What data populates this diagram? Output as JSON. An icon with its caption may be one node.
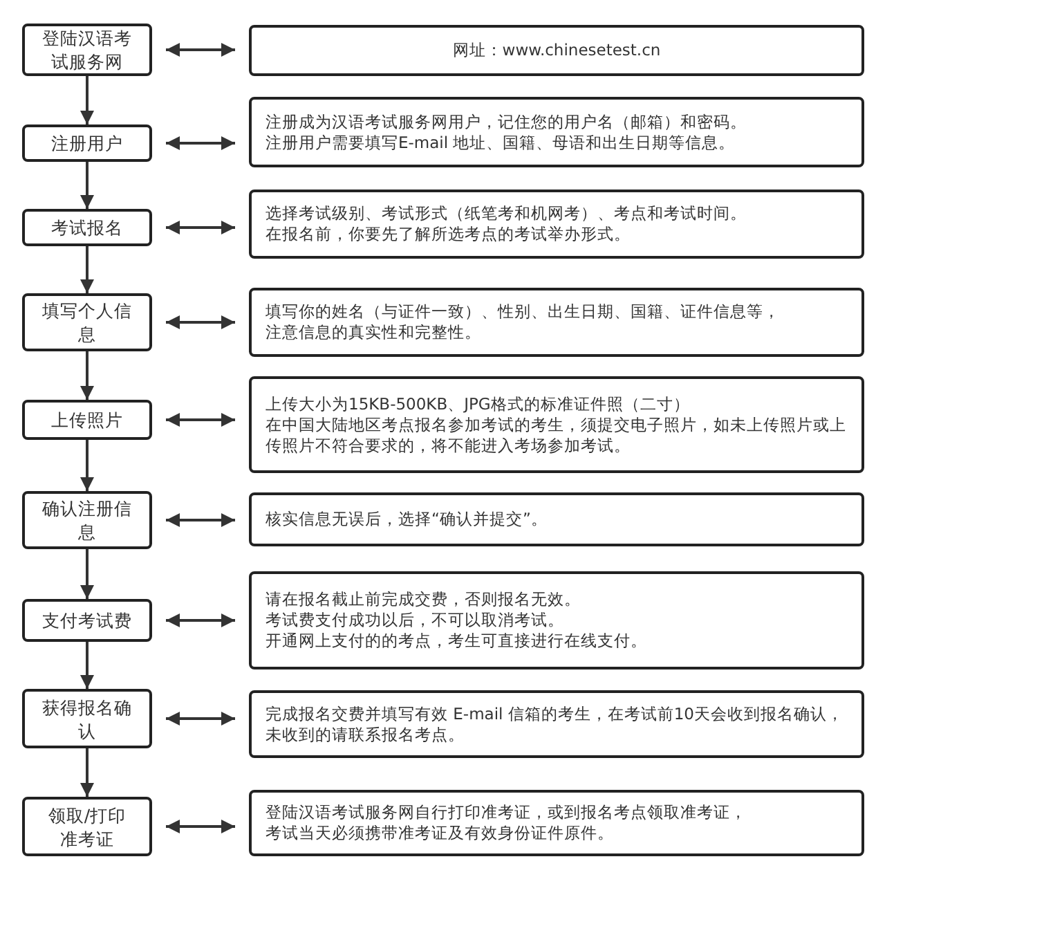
{
  "diagram": {
    "nodes": [
      {
        "text": [
          "登陆汉语考试服务网"
        ]
      },
      {
        "text": [
          "网址：www.chinesetest.cn"
        ]
      },
      {
        "text": [
          "注册用户"
        ]
      },
      {
        "text": [
          "注册成为汉语考试服务网用户，记住您的用户名（邮箱）和密码。",
          "注册用户需要填写E-mail 地址、国籍、母语和出生日期等信息。"
        ]
      },
      {
        "text": [
          "考试报名"
        ]
      },
      {
        "text": [
          "选择考试级别、考试形式（纸笔考和机网考）、考点和考试时间。",
          "在报名前，你要先了解所选考点的考试举办形式。"
        ]
      },
      {
        "text": [
          "填写个人信息"
        ]
      },
      {
        "text": [
          "填写你的姓名（与证件一致）、性别、出生日期、国籍、证件信息等，",
          "注意信息的真实性和完整性。"
        ]
      },
      {
        "text": [
          "上传照片"
        ]
      },
      {
        "text": [
          "上传大小为15KB-500KB、JPG格式的标准证件照（二寸）",
          "在中国大陆地区考点报名参加考试的考生，须提交电子照片，如未上传照片或上传照片不符合要求的，将不能进入考场参加考试。"
        ]
      },
      {
        "text": [
          "确认注册信息"
        ]
      },
      {
        "text": [
          "核实信息无误后，选择“确认并提交”。"
        ]
      },
      {
        "text": [
          "支付考试费"
        ]
      },
      {
        "text": [
          "请在报名截止前完成交费，否则报名无效。",
          "考试费支付成功以后，不可以取消考试。",
          "开通网上支付的的考点，考生可直接进行在线支付。"
        ]
      },
      {
        "text": [
          "获得报名确认"
        ]
      },
      {
        "text": [
          "完成报名交费并填写有效 E-mail 信箱的考生，在考试前10天会收到报名确认，未收到的请联系报名考点。"
        ]
      },
      {
        "text": [
          "领取/打印准考证"
        ]
      },
      {
        "text": [
          "登陆汉语考试服务网自行打印准考证，或到报名考点领取准考证，",
          "考试当天必须携带准考证及有效身份证件原件。"
        ]
      }
    ],
    "edges": [
      {
        "from": 0,
        "to": 1,
        "arrow": "both"
      },
      {
        "from": 0,
        "to": 2,
        "arrow": "to"
      },
      {
        "from": 2,
        "to": 3,
        "arrow": "both"
      },
      {
        "from": 2,
        "to": 4,
        "arrow": "to"
      },
      {
        "from": 4,
        "to": 5,
        "arrow": "both"
      },
      {
        "from": 4,
        "to": 6,
        "arrow": "to"
      },
      {
        "from": 6,
        "to": 7,
        "arrow": "both"
      },
      {
        "from": 6,
        "to": 8,
        "arrow": "to"
      },
      {
        "from": 8,
        "to": 9,
        "arrow": "both"
      },
      {
        "from": 8,
        "to": 10,
        "arrow": "to"
      },
      {
        "from": 10,
        "to": 11,
        "arrow": "both"
      },
      {
        "from": 10,
        "to": 12,
        "arrow": "to"
      },
      {
        "from": 12,
        "to": 13,
        "arrow": "both"
      },
      {
        "from": 12,
        "to": 14,
        "arrow": "to"
      },
      {
        "from": 14,
        "to": 15,
        "arrow": "both"
      },
      {
        "from": 14,
        "to": 16,
        "arrow": "to"
      },
      {
        "from": 16,
        "to": 17,
        "arrow": "both"
      }
    ]
  }
}
